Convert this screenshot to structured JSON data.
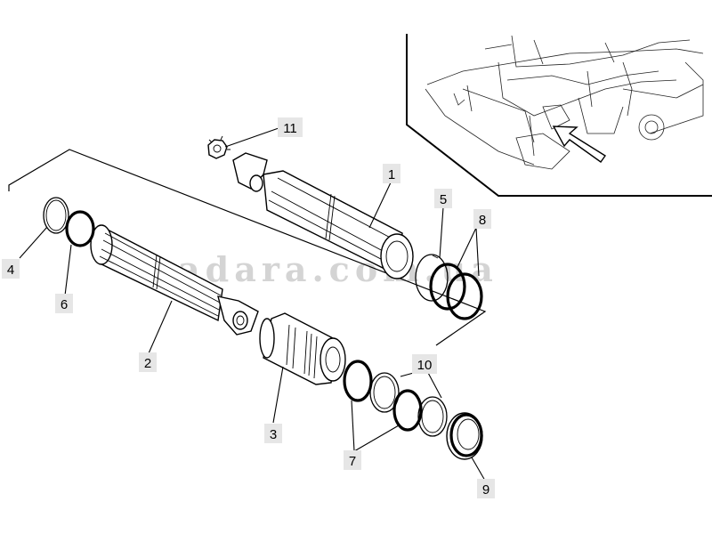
{
  "watermark": "adara.com.ua",
  "callouts": {
    "c1": "1",
    "c2": "2",
    "c3": "3",
    "c4": "4",
    "c5": "5",
    "c6": "6",
    "c7": "7",
    "c8": "8",
    "c9": "9",
    "c10": "10",
    "c11": "11"
  }
}
